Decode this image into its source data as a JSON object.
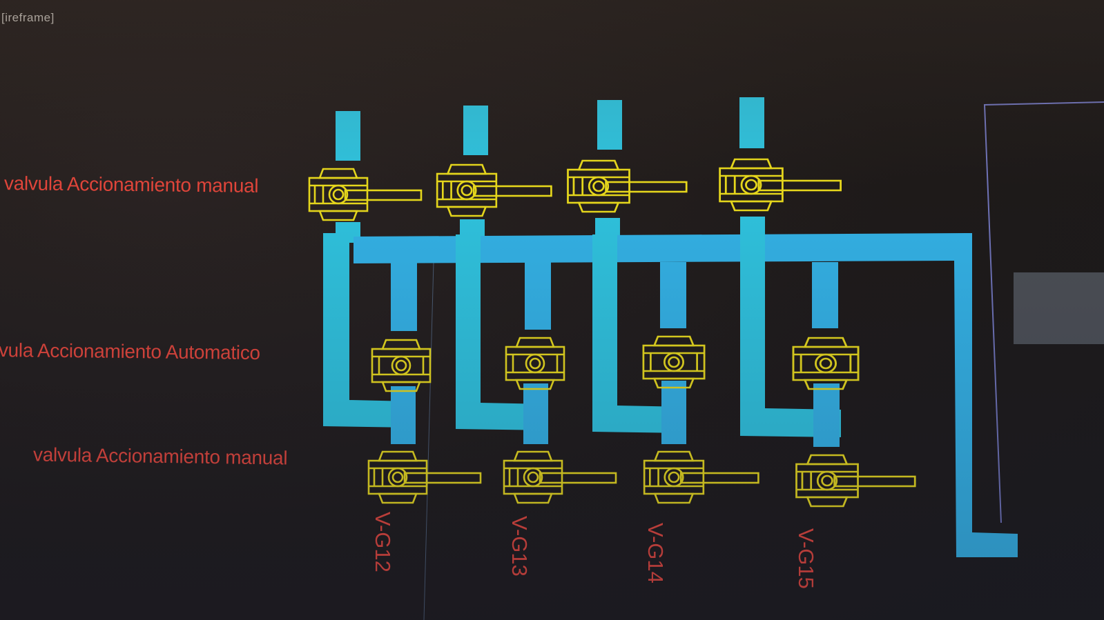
{
  "view": {
    "mode_label": "[ireframe]"
  },
  "labels": {
    "top_row": "valvula Accionamiento manual",
    "middle_row": "lvula Accionamiento Automatico",
    "bottom_row": "valvula Accionamiento manual"
  },
  "valve_ids": [
    "V-G12",
    "V-G13",
    "V-G14",
    "V-G15"
  ],
  "colors": {
    "pipe": "#33b0e3",
    "valve_outline": "#e6d71c",
    "label_text": "#e0453a",
    "frame": "#6f73b8",
    "background": "#1f1b1a"
  },
  "icons": {
    "manual_valve": "ball-valve-with-lever-icon",
    "automatic_valve": "ball-valve-actuated-icon"
  }
}
